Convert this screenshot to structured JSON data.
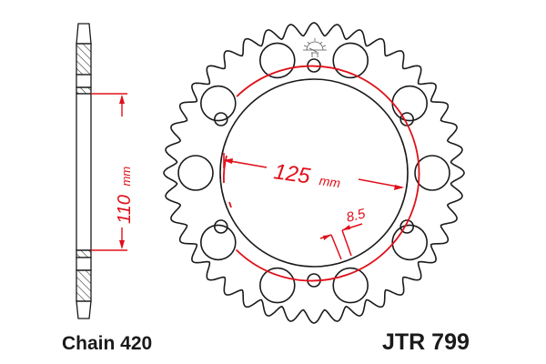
{
  "title": "Rear sprocket technical drawing",
  "part_number": "JTR 799",
  "chain_label": "Chain 420",
  "colors": {
    "outline": "#1a1a1a",
    "dimension": "#e0101a",
    "background": "#ffffff"
  },
  "dimensions": {
    "hub_width": {
      "value": "110",
      "unit": "mm"
    },
    "bolt_circle_diameter": {
      "value": "125",
      "unit": "mm"
    },
    "bolt_hole_diameter": {
      "value": "8.5",
      "unit": ""
    }
  },
  "sprocket": {
    "teeth": 40,
    "lightening_holes": 10,
    "bolt_holes": 6
  },
  "logo": "sun-logo-icon"
}
